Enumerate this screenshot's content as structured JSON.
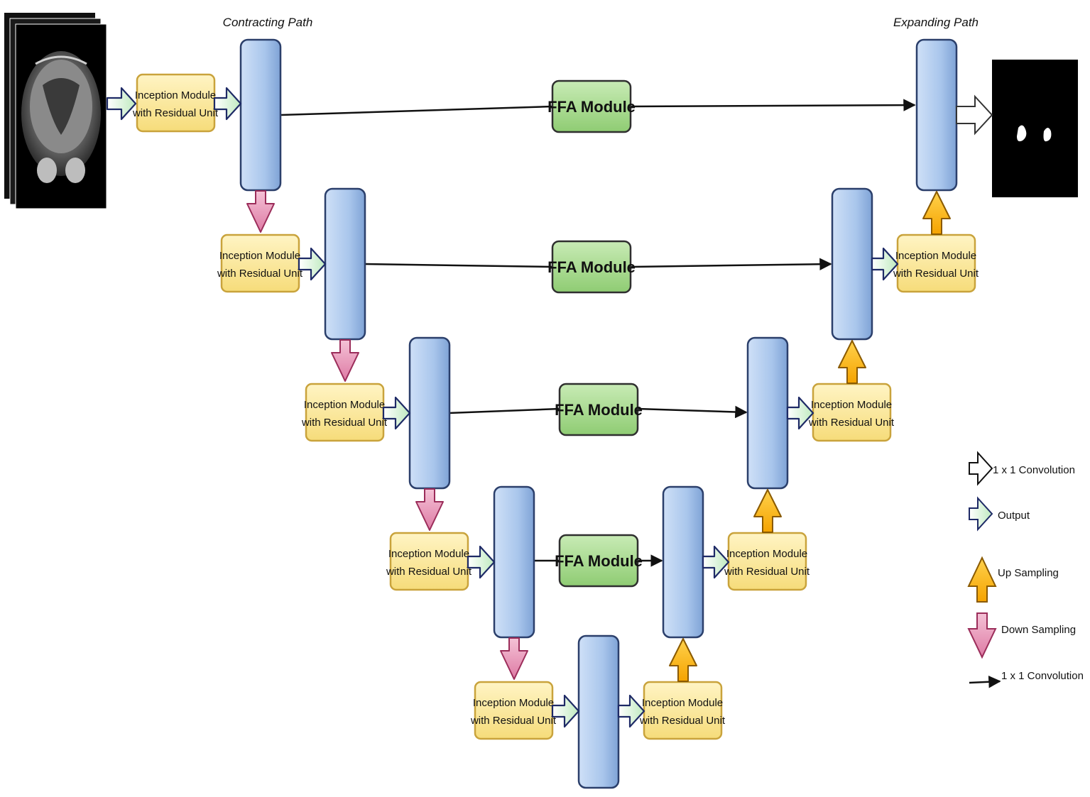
{
  "titles": {
    "contracting": "Contracting Path",
    "expanding": "Expanding Path"
  },
  "module": {
    "line1": "Inception Module",
    "line2": "with Residual Unit"
  },
  "ffa": "FFA Module",
  "legend": {
    "conv_hollow": "1 x 1 Convolution",
    "output": "Output",
    "up": "Up Sampling",
    "down": "Down Sampling",
    "conv_line": "1 x 1 Convolution"
  },
  "colors": {
    "module_fill": "#fbe79a",
    "module_stroke": "#c9a33c",
    "ffa_fill": "#a6d88f",
    "ffa_stroke": "#2f2f2f",
    "block_fill": "#a9c6ec",
    "block_stroke": "#2b3f6b",
    "down_arrow": "#e48bb0",
    "up_arrow": "#f7b21e",
    "output_arrow": "#d8f5d8",
    "line": "#111111"
  },
  "icons": {
    "input": "brain-mri-icon",
    "output": "segmentation-mask-icon"
  }
}
